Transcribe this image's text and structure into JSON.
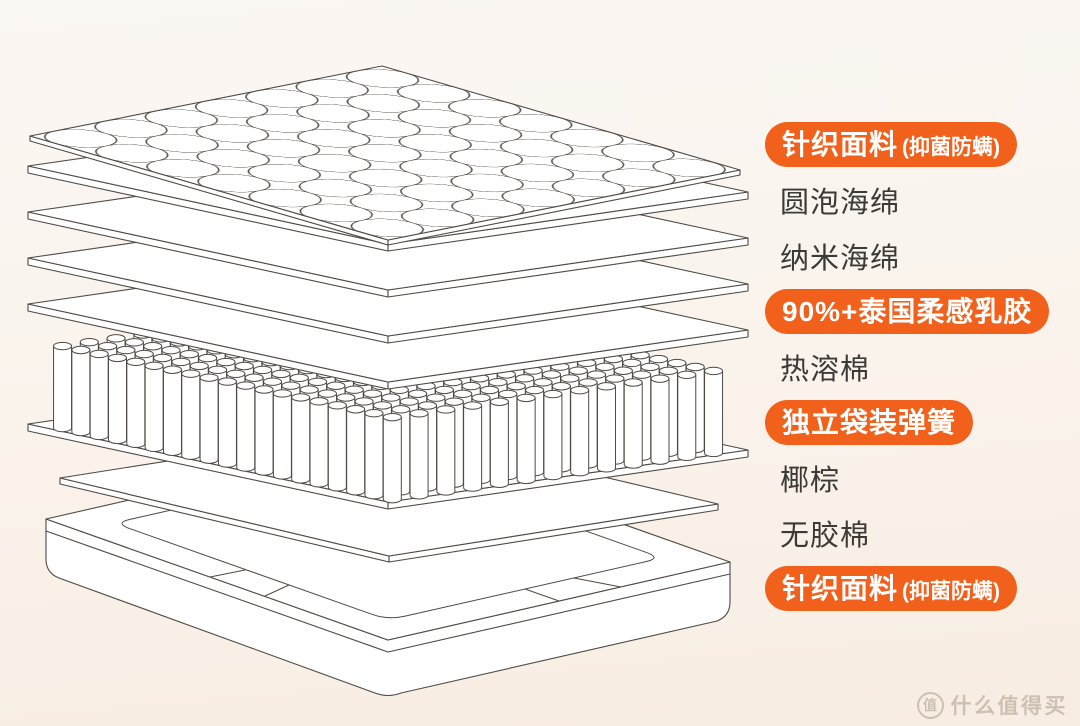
{
  "page": {
    "background_top": "#FBF7F3",
    "background_bottom": "#F7EDE2",
    "accent_orange": "#F2611B",
    "label_text_color": "#3C3A37"
  },
  "labels": [
    {
      "style": "pill",
      "text": "针织面料",
      "suffix": "(抑菌防螨)"
    },
    {
      "style": "plain",
      "text": "圆泡海绵"
    },
    {
      "style": "plain",
      "text": "纳米海绵"
    },
    {
      "style": "pill",
      "text": "90%+泰国柔感乳胶"
    },
    {
      "style": "plain",
      "text": "热溶棉"
    },
    {
      "style": "pill",
      "text": "独立袋装弹簧"
    },
    {
      "style": "plain",
      "text": "椰棕"
    },
    {
      "style": "plain",
      "text": "无胶棉"
    },
    {
      "style": "pill",
      "text": "针织面料",
      "suffix": "(抑菌防螨)"
    }
  ],
  "diagram": {
    "kind": "exploded-mattress-layers-line-drawing",
    "layers_top_to_bottom": [
      "针织面料 (抑菌防螨)",
      "圆泡海绵",
      "纳米海绵",
      "90%+泰国柔感乳胶",
      "热溶棉",
      "独立袋装弹簧",
      "椰棕",
      "无胶棉",
      "针织面料 (抑菌防螨)"
    ]
  },
  "watermark": {
    "badge": "值",
    "text": "什么值得买"
  }
}
